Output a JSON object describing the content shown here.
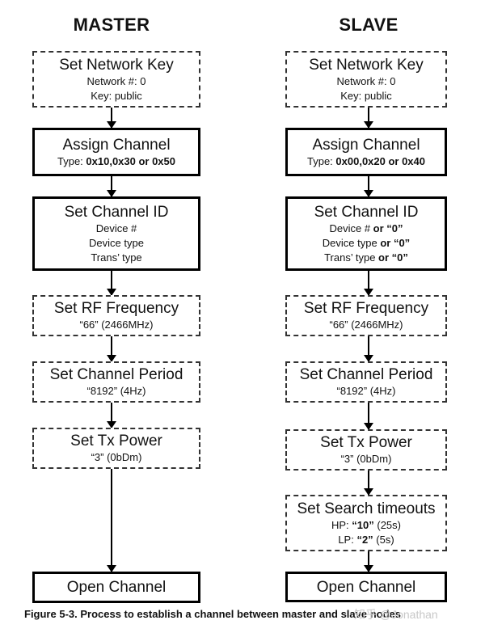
{
  "headers": {
    "master": "MASTER",
    "slave": "SLAVE"
  },
  "master": {
    "network_key": {
      "title": "Set Network Key",
      "lines": [
        "Network #: 0",
        "Key: public"
      ]
    },
    "assign_channel": {
      "title": "Assign Channel",
      "type_label": "Type: ",
      "type_value": "0x10,0x30 or 0x50"
    },
    "channel_id": {
      "title": "Set Channel ID",
      "lines": [
        "Device #",
        "Device type",
        "Trans’ type"
      ]
    },
    "rf_frequency": {
      "title": "Set RF Frequency",
      "lines": [
        "“66” (2466MHz)"
      ]
    },
    "channel_period": {
      "title": "Set Channel Period",
      "lines": [
        "“8192” (4Hz)"
      ]
    },
    "tx_power": {
      "title": "Set Tx Power",
      "lines": [
        "“3” (0bDm)"
      ]
    },
    "open_channel": {
      "title": "Open Channel"
    }
  },
  "slave": {
    "network_key": {
      "title": "Set Network Key",
      "lines": [
        "Network #: 0",
        "Key: public"
      ]
    },
    "assign_channel": {
      "title": "Assign Channel",
      "type_label": "Type: ",
      "type_value": "0x00,0x20 or 0x40"
    },
    "channel_id": {
      "title": "Set Channel ID",
      "lines": [
        {
          "label": "Device # ",
          "suffix": "or “0”"
        },
        {
          "label": "Device type ",
          "suffix": "or “0”"
        },
        {
          "label": "Trans’ type ",
          "suffix": "or “0”"
        }
      ]
    },
    "rf_frequency": {
      "title": "Set RF Frequency",
      "lines": [
        "“66” (2466MHz)"
      ]
    },
    "channel_period": {
      "title": "Set Channel Period",
      "lines": [
        "“8192” (4Hz)"
      ]
    },
    "tx_power": {
      "title": "Set Tx Power",
      "lines": [
        "“3” (0bDm)"
      ]
    },
    "search_timeouts": {
      "title": "Set Search timeouts",
      "hp_label": "HP: ",
      "hp_value": "“10”",
      "hp_note": " (25s)",
      "lp_label": "LP: ",
      "lp_value": "“2”",
      "lp_note": " (5s)"
    },
    "open_channel": {
      "title": "Open Channel"
    }
  },
  "caption": "Figure 5-3. Process to establish a channel between master and slave nodes",
  "watermark": "知乎 @Jonathan"
}
